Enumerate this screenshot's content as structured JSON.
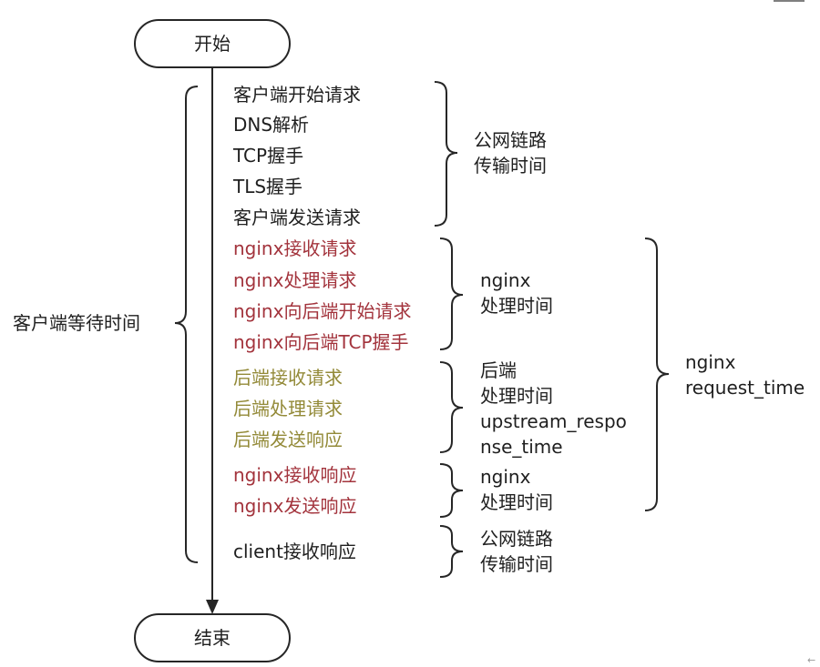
{
  "nodes": {
    "start": "开始",
    "end": "结束"
  },
  "steps": [
    {
      "label": "客户端开始请求",
      "color": "#1f1f1f"
    },
    {
      "label": "DNS解析",
      "color": "#1f1f1f"
    },
    {
      "label": "TCP握手",
      "color": "#1f1f1f"
    },
    {
      "label": "TLS握手",
      "color": "#1f1f1f"
    },
    {
      "label": "客户端发送请求",
      "color": "#1f1f1f"
    },
    {
      "label": "nginx接收请求",
      "color": "#a3343d"
    },
    {
      "label": "nginx处理请求",
      "color": "#a3343d"
    },
    {
      "label": "nginx向后端开始请求",
      "color": "#a3343d"
    },
    {
      "label": "nginx向后端TCP握手",
      "color": "#a3343d"
    },
    {
      "label": "后端接收请求",
      "color": "#938a38"
    },
    {
      "label": "后端处理请求",
      "color": "#938a38"
    },
    {
      "label": "后端发送响应",
      "color": "#938a38"
    },
    {
      "label": "nginx接收响应",
      "color": "#a3343d"
    },
    {
      "label": "nginx发送响应",
      "color": "#a3343d"
    },
    {
      "label": "client接收响应",
      "color": "#1f1f1f"
    }
  ],
  "phases": [
    {
      "lines": [
        "公网链路",
        "传输时间"
      ]
    },
    {
      "lines": [
        "nginx",
        "处理时间"
      ]
    },
    {
      "lines": [
        "后端",
        "处理时间",
        "upstream_respo",
        "nse_time"
      ]
    },
    {
      "lines": [
        "nginx",
        "处理时间"
      ]
    },
    {
      "lines": [
        "公网链路",
        "传输时间"
      ]
    }
  ],
  "groups": {
    "client_wait": "客户端等待时间",
    "request_time": [
      "nginx",
      "request_time"
    ]
  },
  "corner_mark": "←"
}
